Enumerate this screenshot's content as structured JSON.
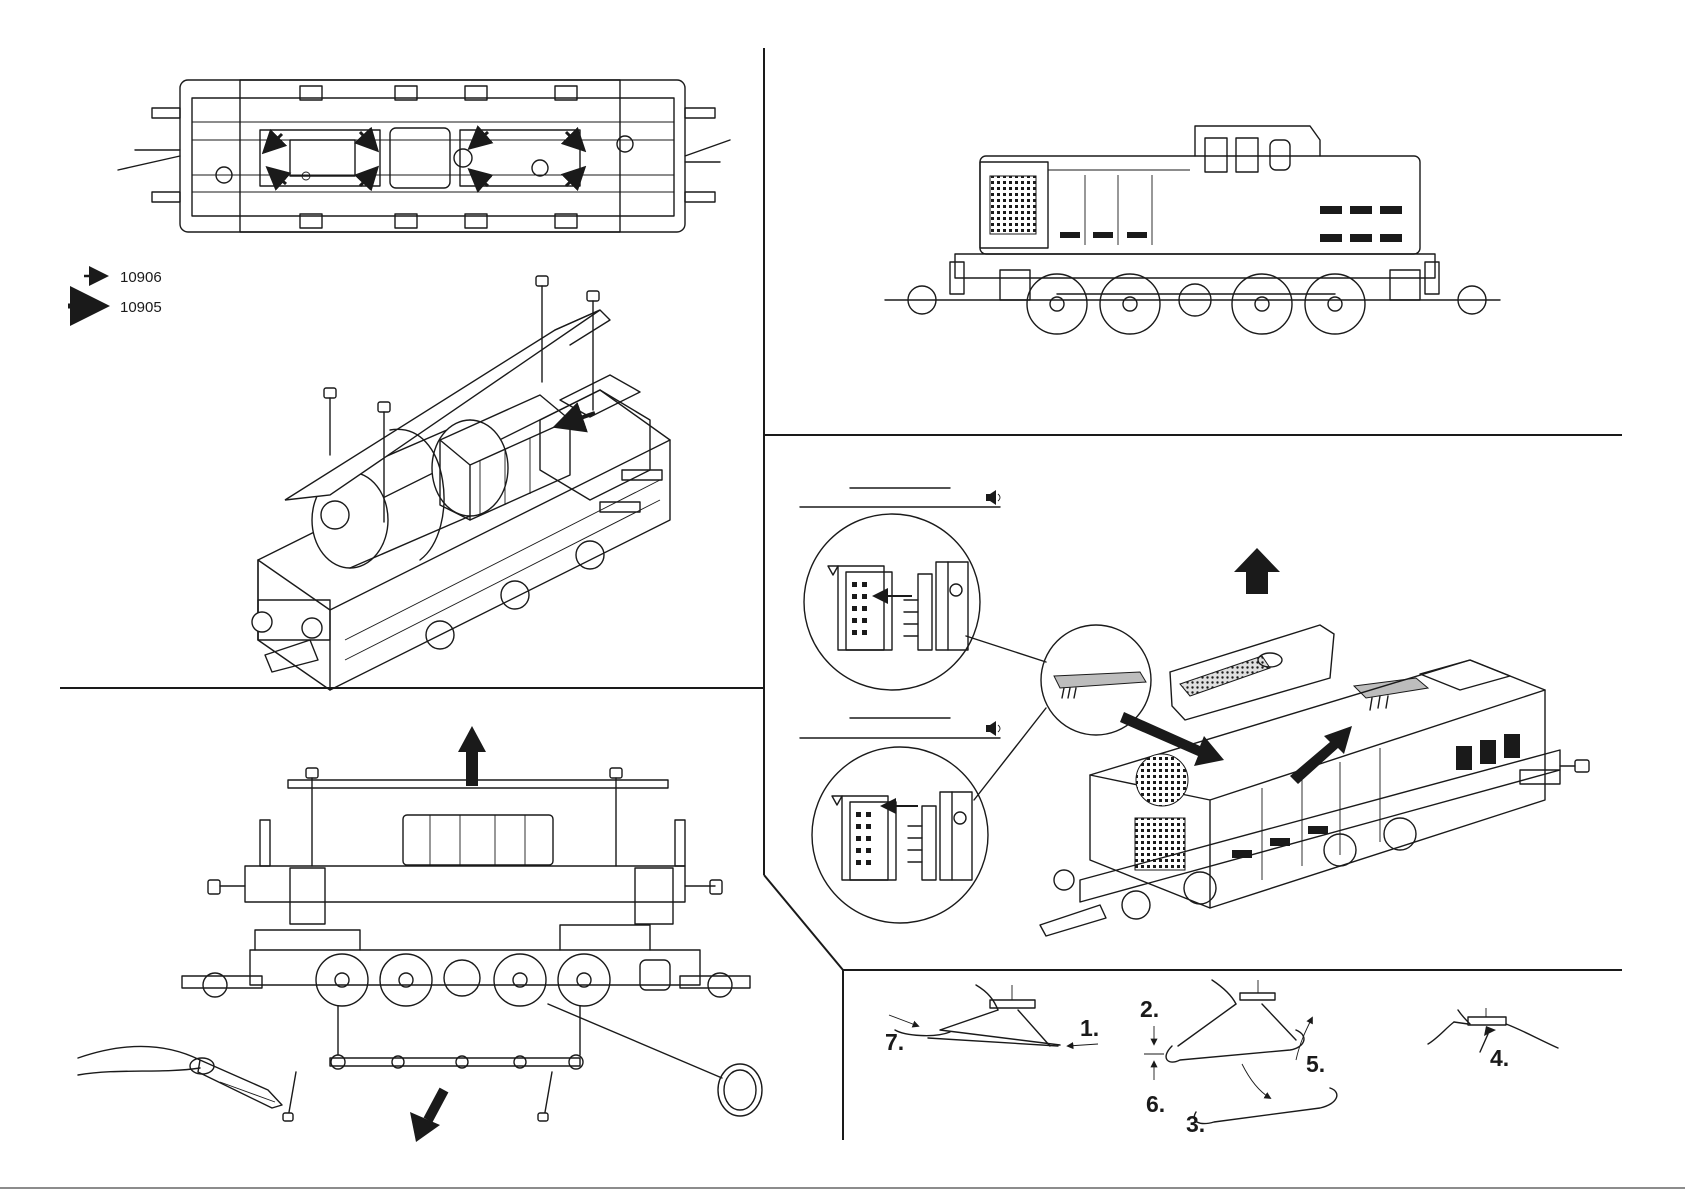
{
  "legend": {
    "items": [
      {
        "code": "10906",
        "arrow": "thin-arrow-icon"
      },
      {
        "code": "10905",
        "arrow": "thick-arrow-icon"
      }
    ]
  },
  "steps": [
    "1.",
    "2.",
    "3.",
    "4.",
    "5.",
    "6.",
    "7."
  ],
  "icons": {
    "speaker": "speaker-icon",
    "arrow_up": "arrow-up-icon",
    "arrow_down": "arrow-down-icon",
    "pliers": "pliers-icon",
    "screw": "screw-icon",
    "ring": "traction-tire-icon"
  },
  "colors": {
    "ink": "#1a1a1a",
    "shade": "#bdbdbd",
    "paper": "#ffffff"
  }
}
